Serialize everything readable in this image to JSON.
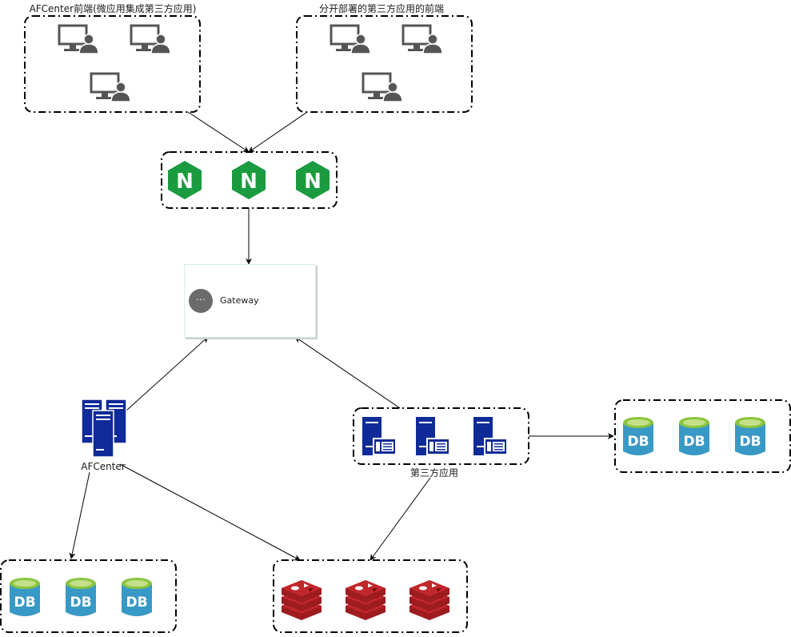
{
  "groups": {
    "afcenter_frontend": {
      "label": "AFCenter前端(微应用集成第三方应用)"
    },
    "third_party_frontend": {
      "label": "分开部署的第三方应用的前端"
    },
    "nginx": {
      "label": "",
      "icon_letter": "N"
    },
    "third_party_app": {
      "label": "第三方应用"
    },
    "third_party_db": {
      "label": "",
      "db_text": "DB"
    },
    "afcenter_db": {
      "label": "",
      "db_text": "DB"
    },
    "redis": {
      "label": ""
    }
  },
  "gateway": {
    "label": "Gateway"
  },
  "afcenter": {
    "label": "AFCenter"
  },
  "colors": {
    "nginx_green": "#1a9b3f",
    "server_blue": "#0f2b99",
    "db_blue": "#3999c6",
    "db_top": "#8bc53f",
    "redis_red": "#c1272d",
    "user_gray": "#555555"
  },
  "icons": {
    "user_workstation": "user-workstation-icon",
    "nginx": "nginx-icon",
    "gateway": "gateway-icon",
    "server": "server-icon",
    "database": "database-icon",
    "redis": "redis-icon"
  }
}
